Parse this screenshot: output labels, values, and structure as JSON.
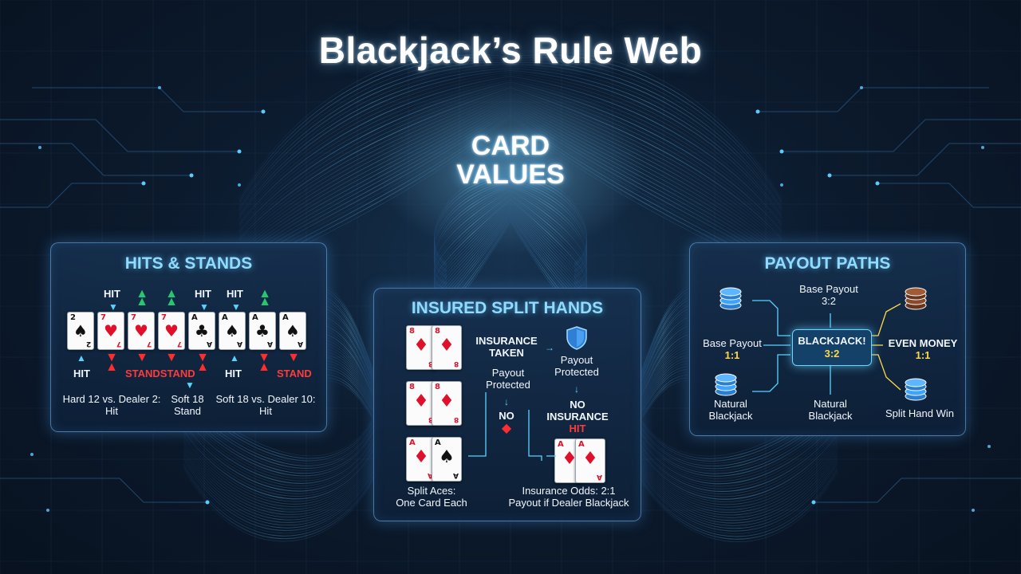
{
  "title": "Blackjack’s Rule Web",
  "center": {
    "line1": "CARD",
    "line2": "VALUES"
  },
  "hits_stands": {
    "title": "HITS & STANDS",
    "top_labels": [
      "HIT",
      "HIT",
      "HIT"
    ],
    "cards": [
      {
        "rank": "2",
        "suit": "♠",
        "color": "black"
      },
      {
        "rank": "7",
        "suit": "♥",
        "color": "red"
      },
      {
        "rank": "7",
        "suit": "♥",
        "color": "red"
      },
      {
        "rank": "7",
        "suit": "♥",
        "color": "red"
      },
      {
        "rank": "A",
        "suit": "♣",
        "color": "black"
      },
      {
        "rank": "A",
        "suit": "♠",
        "color": "black"
      },
      {
        "rank": "A",
        "suit": "♣",
        "color": "black"
      },
      {
        "rank": "A",
        "suit": "♠",
        "color": "black"
      }
    ],
    "bottom_labels": {
      "hit_left": "HIT",
      "stand_stand": "STANDSTAND",
      "hit_mid": "HIT",
      "stand_right": "STAND"
    },
    "notes": [
      {
        "line1": "Hard 12 vs. Dealer 2:",
        "line2": "Hit"
      },
      {
        "line1": "Soft 18",
        "line2": "Stand"
      },
      {
        "line1": "Soft 18 vs. Dealer 10:",
        "line2": "Hit"
      }
    ]
  },
  "insured_split": {
    "title": "INSURED SPLIT HANDS",
    "insurance_taken": {
      "line1": "INSURANCE",
      "line2": "TAKEN"
    },
    "payout_protected_left": {
      "line1": "Payout",
      "line2": "Protected"
    },
    "payout_protected_right": {
      "line1": "Payout",
      "line2": "Protected"
    },
    "no_label": "NO",
    "no_insurance": {
      "line1": "NO",
      "line2": "INSURANCE",
      "line3": "HIT"
    },
    "split_aces": {
      "line1": "Split Aces:",
      "line2": "One Card Each"
    },
    "insurance_odds": {
      "line1": "Insurance Odds: 2:1",
      "line2": "Payout if Dealer Blackjack"
    },
    "cards_row1": [
      {
        "rank": "8",
        "suit": "♦"
      },
      {
        "rank": "8",
        "suit": "♦"
      }
    ],
    "cards_row2": [
      {
        "rank": "8",
        "suit": "♦"
      },
      {
        "rank": "8",
        "suit": "♦"
      }
    ],
    "cards_row3": [
      {
        "rank": "A",
        "suit": "♦",
        "color": "red"
      },
      {
        "rank": "A",
        "suit": "♠",
        "color": "black"
      }
    ],
    "cards_right": [
      {
        "rank": "A",
        "suit": "♦"
      },
      {
        "rank": "A",
        "suit": "♦"
      }
    ]
  },
  "payout_paths": {
    "title": "PAYOUT PATHS",
    "base_payout_top": {
      "label": "Base Payout",
      "value": "3:2"
    },
    "base_payout_left": {
      "label": "Base Payout",
      "value": "1:1"
    },
    "blackjack": {
      "label": "BLACKJACK!",
      "value": "3:2"
    },
    "even_money": {
      "label": "EVEN MONEY",
      "value": "1:1"
    },
    "natural_left": {
      "line1": "Natural",
      "line2": "Blackjack"
    },
    "natural_mid": {
      "line1": "Natural",
      "line2": "Blackjack"
    },
    "split_win": "Split Hand Win"
  },
  "colors": {
    "accent": "#8fdcff",
    "hit_green": "#28c76f",
    "stand_red": "#ff2d2d",
    "payout_yellow": "#ffd84a",
    "chip_blue": "#3ea4ff",
    "chip_brown": "#8a4a2c"
  }
}
